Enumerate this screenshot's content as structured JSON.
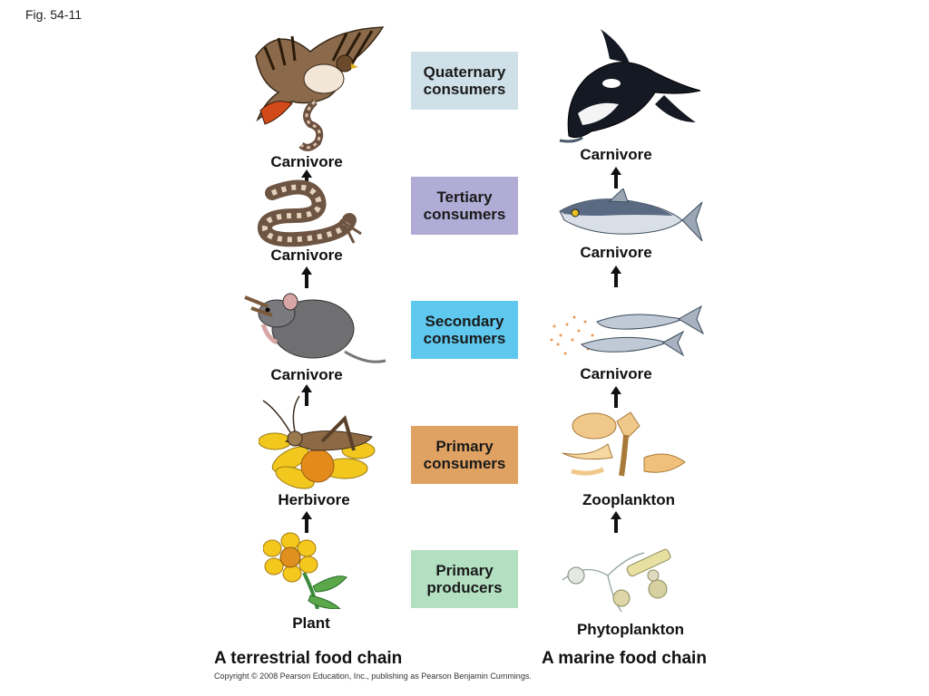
{
  "figure_label": "Fig. 54-11",
  "levels": [
    {
      "line1": "Quaternary",
      "line2": "consumers",
      "color": "#cfe0e8"
    },
    {
      "line1": "Tertiary",
      "line2": "consumers",
      "color": "#b0acd6"
    },
    {
      "line1": "Secondary",
      "line2": "consumers",
      "color": "#5fc8ef"
    },
    {
      "line1": "Primary",
      "line2": "consumers",
      "color": "#e0a262"
    },
    {
      "line1": "Primary",
      "line2": "producers",
      "color": "#b3e0c1"
    }
  ],
  "terrestrial": {
    "title": "A terrestrial food chain",
    "labels": [
      "Carnivore",
      "Carnivore",
      "Carnivore",
      "Herbivore",
      "Plant"
    ],
    "organisms": [
      "hawk",
      "snake",
      "mouse",
      "grasshopper",
      "flower"
    ]
  },
  "marine": {
    "title": "A marine food chain",
    "labels": [
      "Carnivore",
      "Carnivore",
      "Carnivore",
      "Zooplankton",
      "Phytoplankton"
    ],
    "organisms": [
      "killer-whale",
      "tuna",
      "small-fish",
      "zooplankton",
      "phytoplankton"
    ]
  },
  "copyright": "Copyright © 2008 Pearson Education, Inc., publishing as Pearson Benjamin Cummings."
}
